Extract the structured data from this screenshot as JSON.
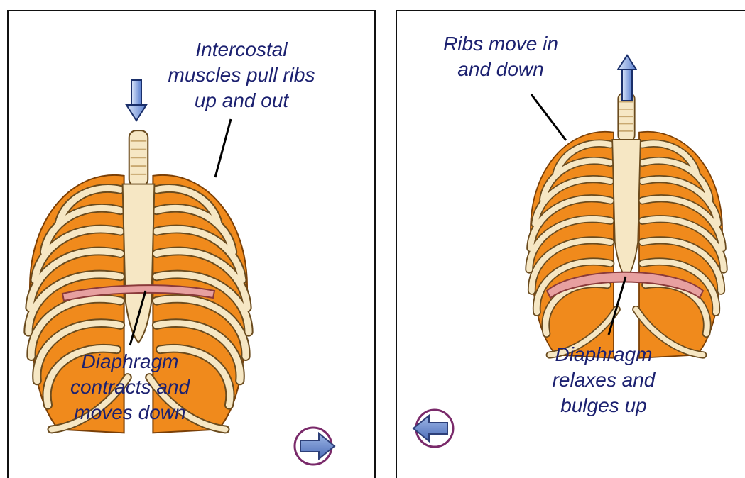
{
  "left_panel": {
    "top_caption": "Intercostal\nmuscles pull ribs\nup and out",
    "bottom_caption": "Diaphragm\ncontracts and\nmoves down"
  },
  "right_panel": {
    "top_caption": "Ribs move in\nand down",
    "bottom_caption": "Diaphragm\nrelaxes and\nbulges up"
  },
  "colors": {
    "text": "#1c2170",
    "lung": "#f08a1c",
    "rib": "#f6e7c4",
    "rib_outline": "#6a4b1e",
    "diaphragm": "#e7a0a0",
    "arrow": "#8aa9e0"
  },
  "icons": {
    "next": "next-arrow-icon",
    "back": "back-arrow-icon"
  }
}
